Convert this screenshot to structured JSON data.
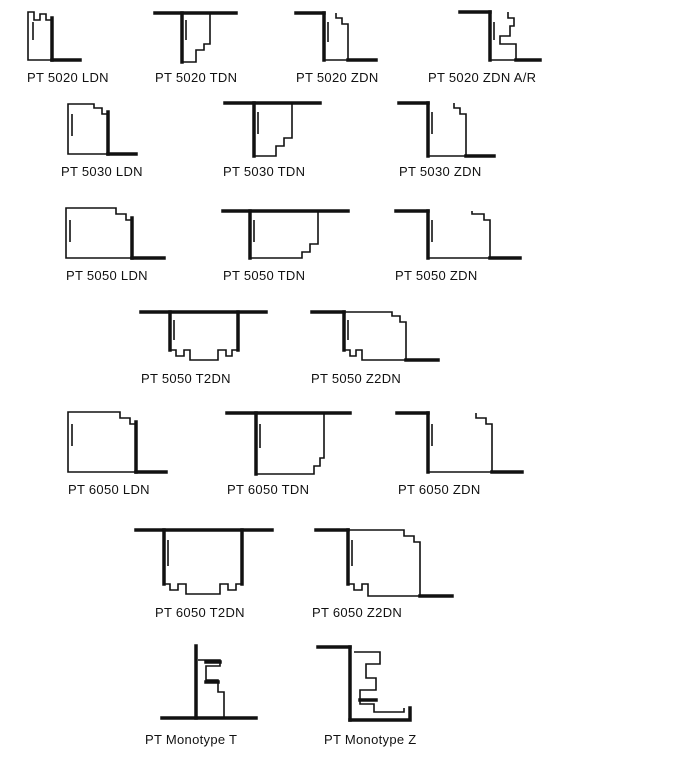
{
  "profiles": [
    {
      "label": "PT 5020 LDN"
    },
    {
      "label": "PT 5020 TDN"
    },
    {
      "label": "PT 5020 ZDN"
    },
    {
      "label": "PT 5020 ZDN A/R"
    },
    {
      "label": "PT 5030 LDN"
    },
    {
      "label": "PT 5030 TDN"
    },
    {
      "label": "PT 5030 ZDN"
    },
    {
      "label": "PT 5050 LDN"
    },
    {
      "label": "PT 5050 TDN"
    },
    {
      "label": "PT 5050 ZDN"
    },
    {
      "label": "PT 5050 T2DN"
    },
    {
      "label": "PT 5050 Z2DN"
    },
    {
      "label": "PT 6050 LDN"
    },
    {
      "label": "PT 6050 TDN"
    },
    {
      "label": "PT 6050 ZDN"
    },
    {
      "label": "PT 6050 T2DN"
    },
    {
      "label": "PT 6050 Z2DN"
    },
    {
      "label": "PT Monotype T"
    },
    {
      "label": "PT Monotype Z"
    }
  ]
}
